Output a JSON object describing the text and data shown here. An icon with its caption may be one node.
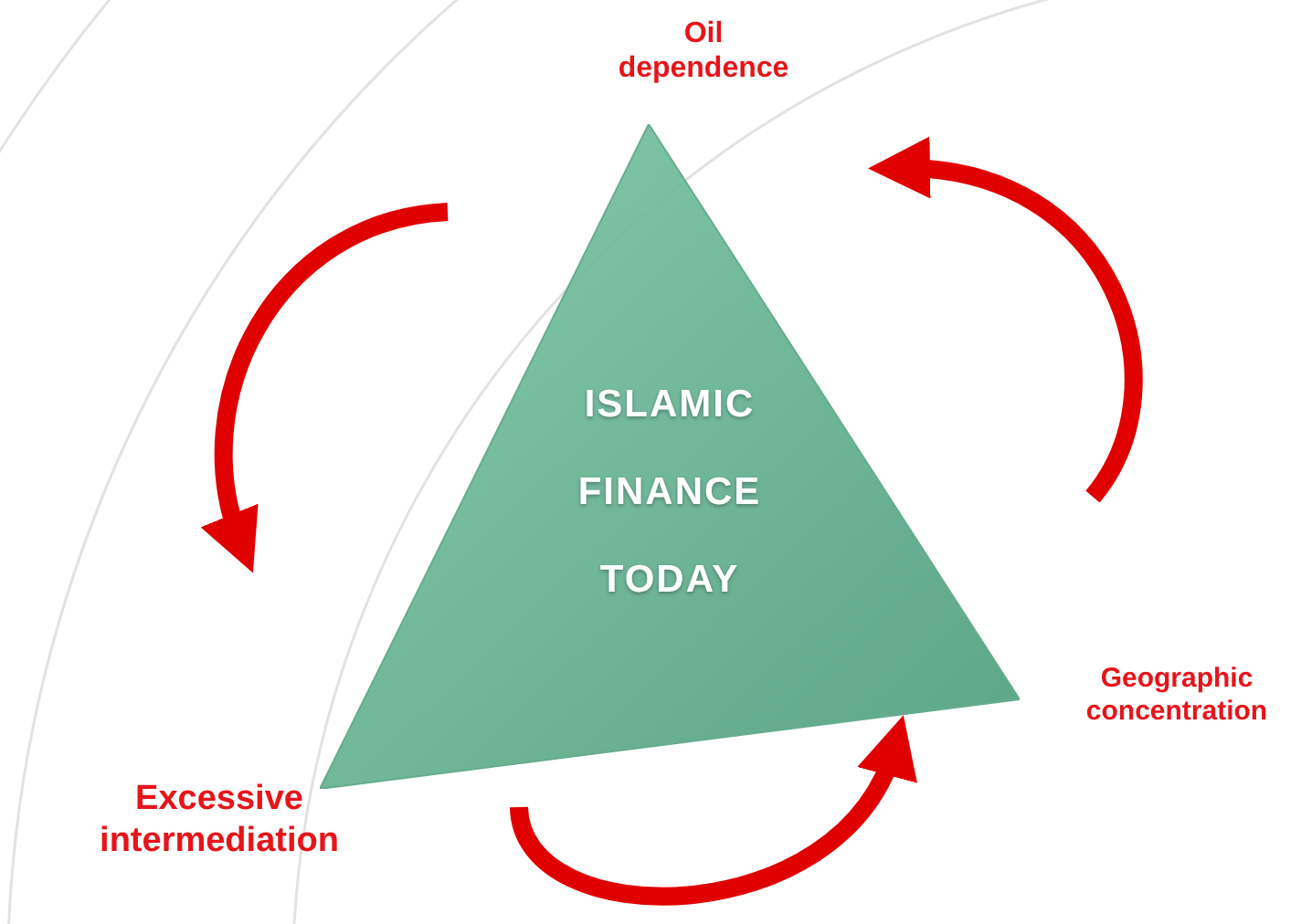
{
  "diagram": {
    "nodes": [
      {
        "text": [
          "ISLAMIC FINANCE TODAY"
        ]
      },
      {
        "text": [
          "Oil dependence"
        ]
      },
      {
        "text": [
          "Geographic concentration"
        ]
      },
      {
        "text": [
          "Excessive intermediation"
        ]
      }
    ]
  }
}
